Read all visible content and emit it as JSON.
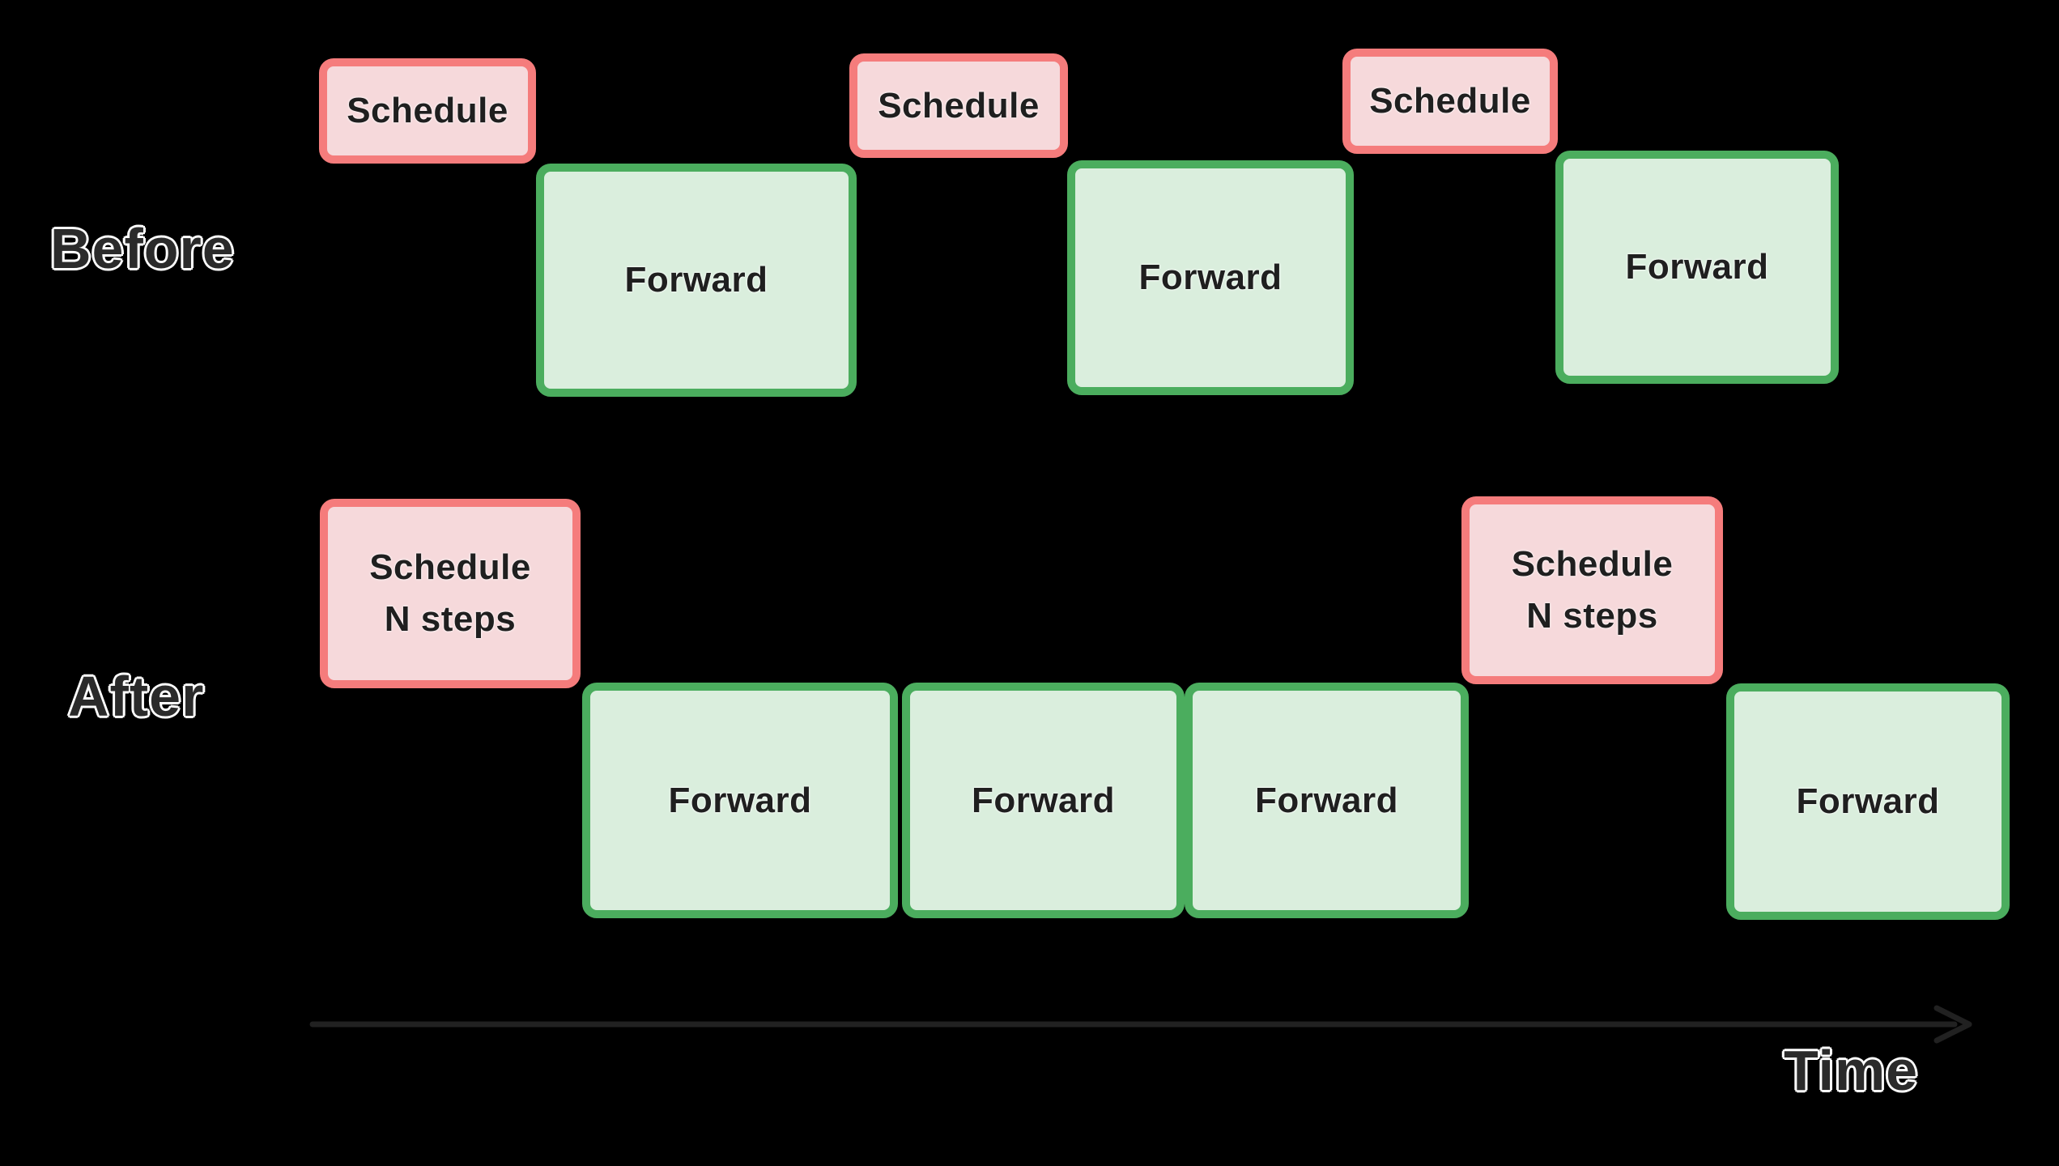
{
  "colors": {
    "background": "#000000",
    "schedule_fill": "#f6d9db",
    "schedule_border": "#f57c7c",
    "forward_fill": "#daeedd",
    "forward_border": "#4bad5e",
    "box_text": "#1f1f1f",
    "label_text": "#2b2b2b",
    "label_outline": "#ffffff",
    "arrow": "#212121"
  },
  "before": {
    "label": "Before",
    "boxes": [
      {
        "type": "schedule",
        "label": "Schedule"
      },
      {
        "type": "forward",
        "label": "Forward"
      },
      {
        "type": "schedule",
        "label": "Schedule"
      },
      {
        "type": "forward",
        "label": "Forward"
      },
      {
        "type": "schedule",
        "label": "Schedule"
      },
      {
        "type": "forward",
        "label": "Forward"
      }
    ]
  },
  "after": {
    "label": "After",
    "boxes": [
      {
        "type": "schedule",
        "label": "Schedule\nN steps"
      },
      {
        "type": "forward",
        "label": "Forward"
      },
      {
        "type": "forward",
        "label": "Forward"
      },
      {
        "type": "forward",
        "label": "Forward"
      },
      {
        "type": "schedule",
        "label": "Schedule\nN steps"
      },
      {
        "type": "forward",
        "label": "Forward"
      }
    ]
  },
  "axis": {
    "label": "Time"
  }
}
